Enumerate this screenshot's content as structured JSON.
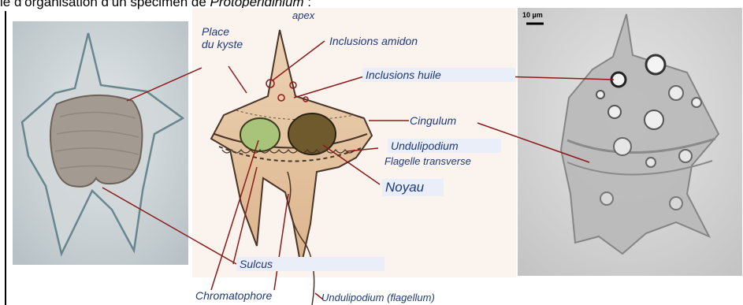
{
  "caption": {
    "prefix": "le d’organisation d’un spécimen de ",
    "genus": "Protoperidinium",
    "suffix": " :"
  },
  "scale_bar": "10 µm",
  "labels": {
    "apex": "apex",
    "place_kyste": [
      "Place",
      "du kyste"
    ],
    "inclusions_amidon": "Inclusions amidon",
    "inclusions_huile": "Inclusions huile",
    "cingulum": "Cingulum",
    "undulipodium": "Undulipodium",
    "flagelle_transverse": "Flagelle transverse",
    "noyau": "Noyau",
    "sulcus": "Sulcus",
    "chromatophore": "Chromatophore",
    "undulipodium_flagellum": "Undulipodium (flagellum)"
  },
  "colors": {
    "leader_line": "#8b1a1a",
    "label_text": "#1f3a7a",
    "label_box": "#e9eef8",
    "cell_fill": "#e8c9a6",
    "cell_outline": "#4a3528",
    "chloroplast": "#a7c47a",
    "nucleus": "#6e5a2c"
  }
}
